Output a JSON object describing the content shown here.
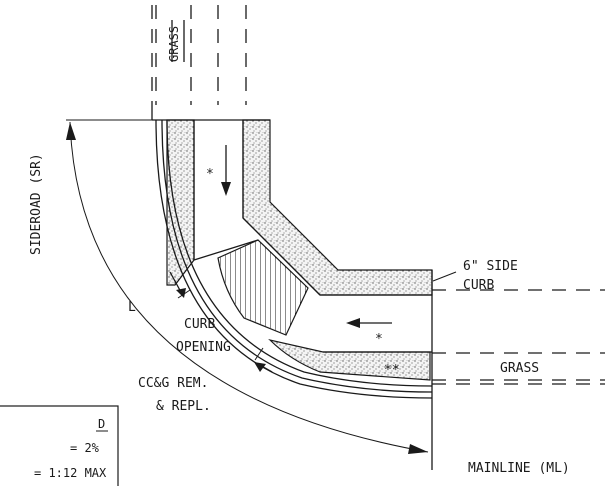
{
  "labels": {
    "grass_top": "GRASS",
    "sideroad": "SIDEROAD (SR)",
    "side_curb_1": "6\" SIDE",
    "side_curb_2": "CURB",
    "length_l": "L",
    "curb_opening_1": "CURB",
    "curb_opening_2": "OPENING",
    "ccg_1": "CC&G REM.",
    "ccg_2": "& REPL.",
    "grass_right": "GRASS",
    "mainline": "MAINLINE (ML)",
    "star_upper": "*",
    "star_lower": "*",
    "double_star": "**"
  },
  "legend": {
    "line1": "D",
    "line2": "= 2%",
    "line3": "= 1:12 MAX"
  }
}
